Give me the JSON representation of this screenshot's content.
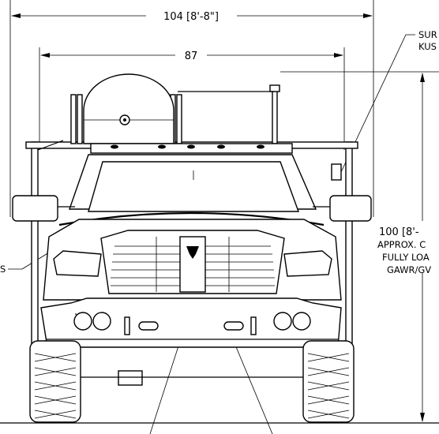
{
  "drawing": {
    "dimensions": {
      "overall_width": "104 [8'-8\"]",
      "inner_width": "87",
      "height_value": "100 [8'-",
      "height_note_lines": [
        "APPROX. C",
        "FULLY LOA",
        "GAWR/GV"
      ]
    },
    "callouts": {
      "surface_top": "SUR",
      "surface_bottom": "KUS",
      "left_fragment": "S"
    },
    "colors": {
      "line": "#000000",
      "background": "#ffffff"
    }
  }
}
